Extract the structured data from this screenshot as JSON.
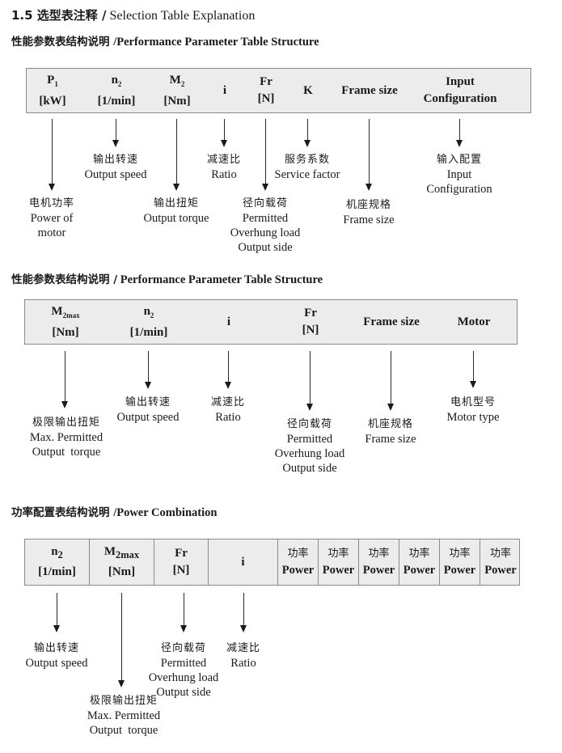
{
  "colors": {
    "page_background": "#ffffff",
    "table_fill": "#ececec",
    "table_border": "#8a8a8a",
    "text": "#1a1a1a"
  },
  "title": {
    "zh": "1.5 选型表注释 /",
    "en": "Selection Table Explanation"
  },
  "s1": {
    "heading": {
      "zh": "性能参数表结构说明 ",
      "en": "/Performance Parameter Table Structure"
    },
    "cols": [
      {
        "l1": "P",
        "sub": "1",
        "l2": "[kW]"
      },
      {
        "l1": "n",
        "sub": "2",
        "l2": "[1/min]"
      },
      {
        "l1": "M",
        "sub": "2",
        "l2": "[Nm]"
      },
      {
        "l1": "i"
      },
      {
        "l1": "Fr",
        "l2": "[N]"
      },
      {
        "l1": "K"
      },
      {
        "l1": "Frame size"
      },
      {
        "l1": "Input",
        "l2": "Configuration"
      }
    ],
    "ann": [
      {
        "lines": [
          "电机功率",
          "Power of",
          "motor"
        ]
      },
      {
        "lines": [
          "输出转速",
          "Output speed"
        ]
      },
      {
        "lines": [
          "输出扭矩",
          "Output torque"
        ]
      },
      {
        "lines": [
          "减速比",
          "Ratio"
        ]
      },
      {
        "lines": [
          "径向载荷",
          "Permitted",
          "Overhung load",
          "Output side"
        ]
      },
      {
        "lines": [
          "服务系数",
          "Service factor"
        ]
      },
      {
        "lines": [
          "机座规格",
          "Frame size"
        ]
      },
      {
        "lines": [
          "输入配置",
          "Input",
          "Configuration"
        ]
      }
    ]
  },
  "s2": {
    "heading": {
      "zh": "性能参数表结构说明 /",
      "en": " Performance Parameter Table Structure"
    },
    "cols": [
      {
        "l1": "M",
        "sub": "2max",
        "l2": "[Nm]"
      },
      {
        "l1": "n",
        "sub": "2",
        "l2": "[1/min]"
      },
      {
        "l1": "i"
      },
      {
        "l1": "Fr",
        "l2": "[N]"
      },
      {
        "l1": "Frame size"
      },
      {
        "l1": "Motor"
      }
    ],
    "ann": [
      {
        "lines": [
          "极限输出扭矩",
          "Max. Permitted",
          "Output  torque"
        ]
      },
      {
        "lines": [
          "输出转速",
          "Output speed"
        ]
      },
      {
        "lines": [
          "减速比",
          "Ratio"
        ]
      },
      {
        "lines": [
          "径向载荷",
          "Permitted",
          "Overhung load",
          "Output side"
        ]
      },
      {
        "lines": [
          "机座规格",
          "Frame size"
        ]
      },
      {
        "lines": [
          "电机型号",
          "Motor type"
        ]
      }
    ]
  },
  "s3": {
    "heading": {
      "zh": "功率配置表结构说明 ",
      "en": "/Power Combination"
    },
    "cols": [
      {
        "l1": "n",
        "sub": "2",
        "l2": "[1/min]"
      },
      {
        "l1": "M",
        "sub": "2max",
        "l2": "[Nm]"
      },
      {
        "l1": "Fr",
        "l2": "[N]"
      },
      {
        "l1": "i"
      }
    ],
    "power": {
      "zh": "功率",
      "en": "Power"
    },
    "power_cell_count": 6,
    "ann": [
      {
        "lines": [
          "输出转速",
          "Output speed"
        ]
      },
      {
        "lines": [
          "极限输出扭矩",
          "Max. Permitted",
          "Output  torque"
        ]
      },
      {
        "lines": [
          "径向载荷",
          "Permitted",
          "Overhung load",
          "Output side"
        ]
      },
      {
        "lines": [
          "减速比",
          "Ratio"
        ]
      }
    ]
  }
}
